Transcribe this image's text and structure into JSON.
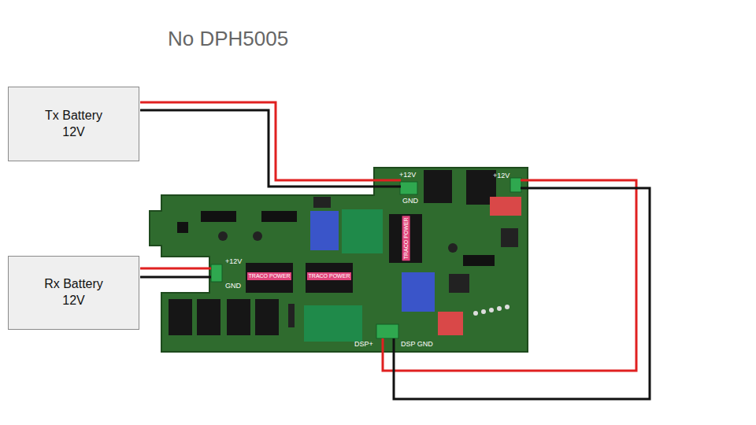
{
  "diagram": {
    "title": "No DPH5005",
    "nodes": [
      {
        "text": [
          "Tx Battery 12V"
        ]
      },
      {
        "text": [
          "Rx Battery 12V"
        ]
      }
    ],
    "labels": [
      "+12V",
      "GND",
      "+12V",
      "TRACO POWER",
      "+12V",
      "GND",
      "TRACO POWER",
      "TRACO POWER",
      "DSP+",
      "DSP GND"
    ]
  }
}
